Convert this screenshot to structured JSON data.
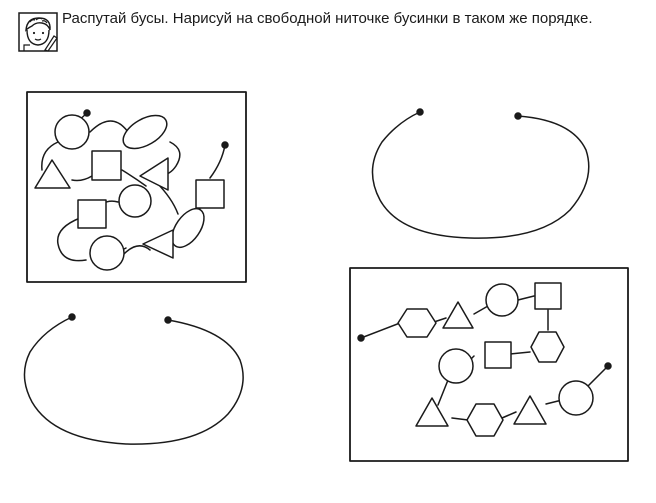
{
  "header": {
    "instruction": "Распутай бусы. Нарисуй на свободной ниточке бусинки в таком же порядке."
  },
  "icons": {
    "avatar": "child-pencil-icon"
  },
  "colors": {
    "ink": "#1a1a1a",
    "paper": "#ffffff"
  },
  "exercises": [
    {
      "name": "tangled-beads",
      "beads": [
        "circle",
        "ellipse",
        "triangle",
        "square",
        "triangle",
        "circle",
        "square",
        "square",
        "ellipse",
        "triangle",
        "circle"
      ]
    },
    {
      "name": "straight-beads",
      "beads": [
        "hexagon",
        "triangle",
        "circle",
        "square",
        "hexagon",
        "square",
        "circle",
        "triangle",
        "hexagon",
        "triangle",
        "circle"
      ]
    }
  ]
}
